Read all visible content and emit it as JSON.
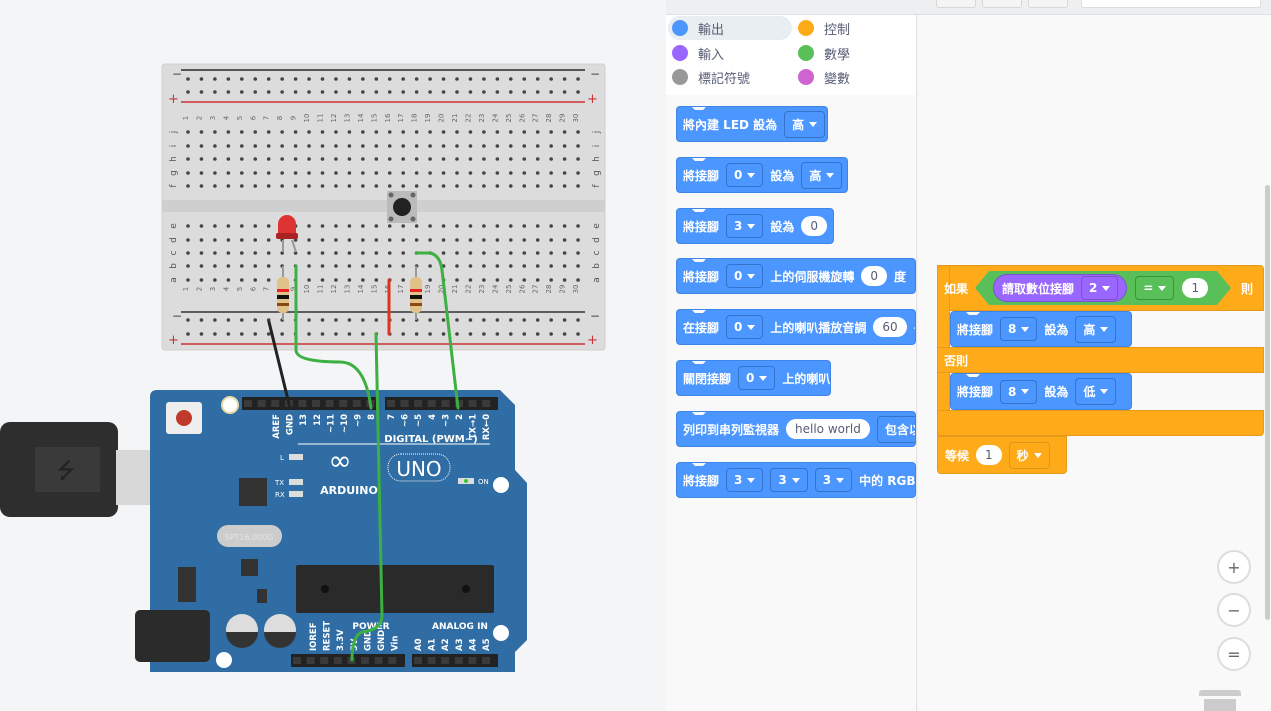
{
  "categories": [
    {
      "label": "輸出",
      "color": "#4c97ff",
      "selected": true
    },
    {
      "label": "控制",
      "color": "#ffab19"
    },
    {
      "label": "輸入",
      "color": "#9966ff"
    },
    {
      "label": "數學",
      "color": "#59c059"
    },
    {
      "label": "標記符號",
      "color": "#999999"
    },
    {
      "label": "變數",
      "color": "#cf63cf"
    }
  ],
  "palette": {
    "b1": {
      "t1": "將內建 LED 設為",
      "v1": "高"
    },
    "b2": {
      "t1": "將接腳",
      "v1": "0",
      "t2": "設為",
      "v2": "高"
    },
    "b3": {
      "t1": "將接腳",
      "v1": "3",
      "t2": "設為",
      "v2": "0"
    },
    "b4": {
      "t1": "將接腳",
      "v1": "0",
      "t2": "上的伺服機旋轉",
      "v2": "0",
      "t3": "度"
    },
    "b5": {
      "t1": "在接腳",
      "v1": "0",
      "t2": "上的喇叭播放音調",
      "v2": "60",
      "t3": "長"
    },
    "b6": {
      "t1": "關閉接腳",
      "v1": "0",
      "t2": "上的喇叭"
    },
    "b7": {
      "t1": "列印到串列監視器",
      "v1": "hello world",
      "v2": "包含以下"
    },
    "b8": {
      "t1": "將接腳",
      "v1": "3",
      "v2": "3",
      "v3": "3",
      "t2": "中的 RGB"
    }
  },
  "code": {
    "if_label": "如果",
    "read_label": "請取數位接腳",
    "read_pin": "2",
    "op": "=",
    "compare": "1",
    "then_label": "則",
    "set1": {
      "t1": "將接腳",
      "pin": "8",
      "t2": "設為",
      "val": "高"
    },
    "else_label": "否則",
    "set2": {
      "t1": "將接腳",
      "pin": "8",
      "t2": "設為",
      "val": "低"
    },
    "wait": {
      "label": "等候",
      "value": "1",
      "unit": "秒"
    }
  },
  "zoom": {
    "in": "+",
    "out": "−",
    "fit": "="
  },
  "arduino": {
    "brand": "ARDUINO",
    "model": "UNO",
    "digital": "DIGITAL (PWM~)",
    "power": "POWER",
    "analog": "ANALOG IN",
    "on": "ON",
    "l": "L",
    "tx": "TX",
    "rx": "RX",
    "crystal": "SPT16.000G",
    "digital_left": [
      "AREF",
      "GND",
      "13",
      "12",
      "~11",
      "~10",
      "~9",
      "8"
    ],
    "digital_right": [
      "7",
      "~6",
      "~5",
      "4",
      "~3",
      "2",
      "TX→1",
      "RX←0"
    ],
    "power_pins": [
      "IOREF",
      "RESET",
      "3.3V",
      "5V",
      "GND",
      "GND",
      "Vin"
    ],
    "analog_pins": [
      "A0",
      "A1",
      "A2",
      "A3",
      "A4",
      "A5"
    ]
  },
  "breadboard": {
    "rows_top": [
      "j",
      "i",
      "h",
      "g",
      "f"
    ],
    "rows_bottom": [
      "e",
      "d",
      "c",
      "b",
      "a"
    ],
    "columns": 30,
    "minus": "−",
    "plus": "+"
  }
}
